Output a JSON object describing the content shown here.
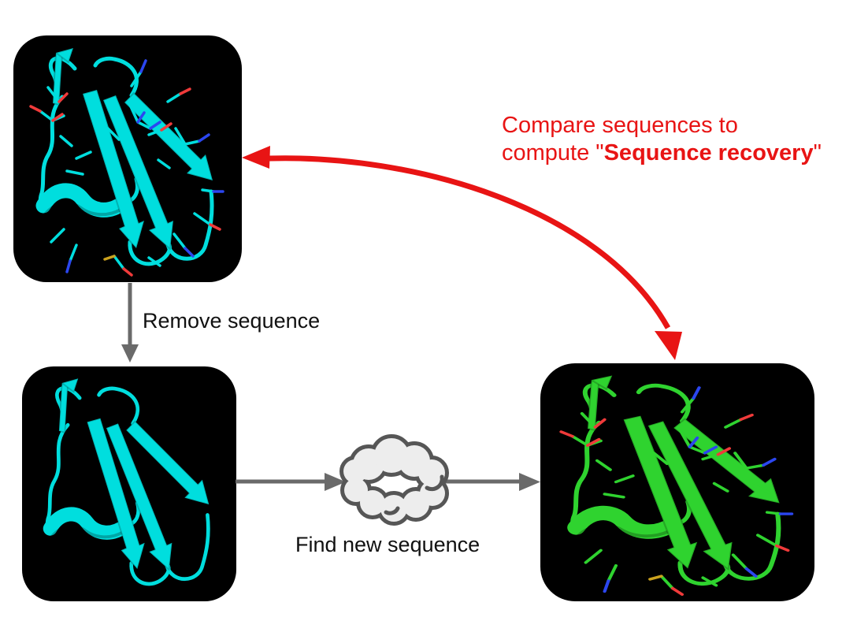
{
  "figure": {
    "labels": {
      "remove_sequence": "Remove sequence",
      "find_new_sequence": "Find new sequence",
      "compare_line1": "Compare sequences to",
      "compare_line2_prefix": "compute \"",
      "compare_line2_bold": "Sequence recovery",
      "compare_line2_suffix": "\""
    },
    "colors": {
      "accent_red": "#e81414",
      "arrow_gray": "#6a6a6a",
      "cloud_fill": "#ededed",
      "cloud_stroke": "#565656",
      "panel_background": "#000000",
      "protein_cyan": "#00dede",
      "protein_green": "#2fd32f",
      "atom_oxygen_red": "#f03a3a",
      "atom_nitrogen_blue": "#2b46f0",
      "atom_sulfur_yellow": "#cba21e",
      "text_black": "#111111",
      "page_background": "#ffffff"
    }
  }
}
